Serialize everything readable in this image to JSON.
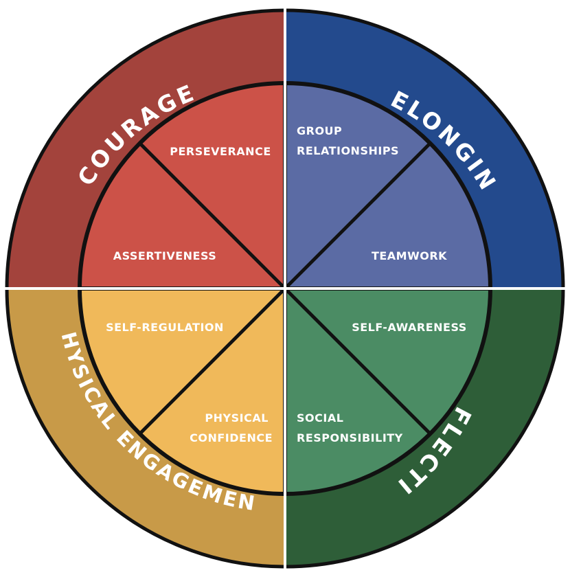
{
  "quadrants": [
    {
      "id": "courage",
      "label": "COURAGE",
      "outer_color": "#A3433C",
      "inner_color": "#CC5248",
      "segments": [
        {
          "label_lines": [
            "PERSEVERANCE"
          ]
        },
        {
          "label_lines": [
            "ASSERTIVENESS"
          ]
        }
      ]
    },
    {
      "id": "belonging",
      "label": "BELONGING",
      "outer_color": "#234A8D",
      "inner_color": "#5B6BA4",
      "segments": [
        {
          "label_lines": [
            "GROUP",
            "RELATIONSHIPS"
          ]
        },
        {
          "label_lines": [
            "TEAMWORK"
          ]
        }
      ]
    },
    {
      "id": "reflection",
      "label": "REFLECTION",
      "outer_color": "#2E5E38",
      "inner_color": "#4B8C64",
      "segments": [
        {
          "label_lines": [
            "SELF-AWARENESS"
          ]
        },
        {
          "label_lines": [
            "SOCIAL",
            "RESPONSIBILITY"
          ]
        }
      ]
    },
    {
      "id": "physical-engagement",
      "label": "PHYSICAL ENGAGEMENT",
      "outer_color": "#C89A48",
      "inner_color": "#F0B95A",
      "segments": [
        {
          "label_lines": [
            "SELF-REGULATION"
          ]
        },
        {
          "label_lines": [
            "PHYSICAL",
            "CONFIDENCE"
          ]
        }
      ]
    }
  ],
  "divider_color": "#111111",
  "gap_color": "#ffffff"
}
